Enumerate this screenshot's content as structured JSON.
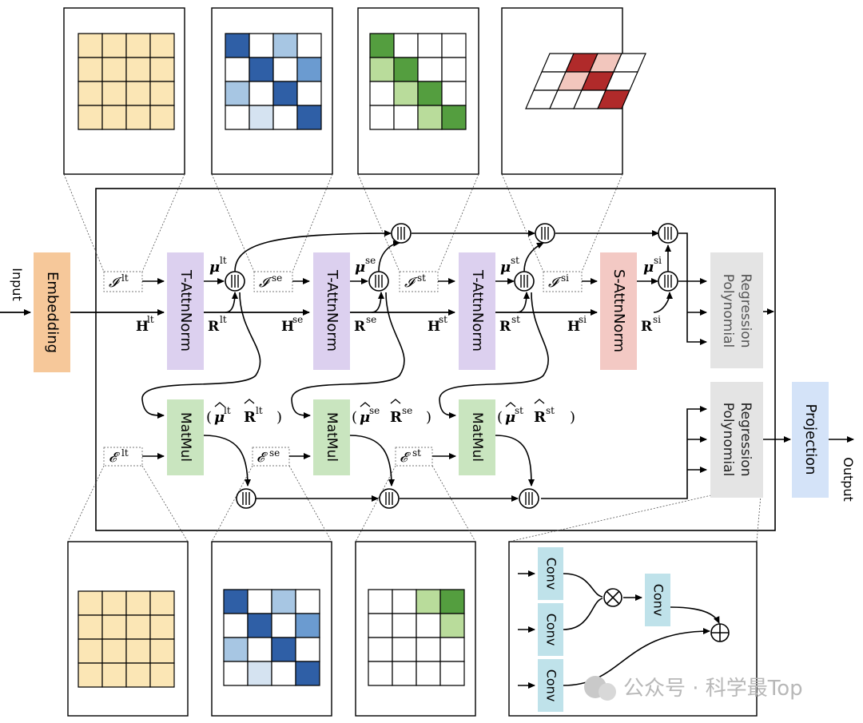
{
  "labels": {
    "input": "Input",
    "output": "Output",
    "embedding": "Embedding",
    "projection": "Projection",
    "poly_top": [
      "Polynomial",
      "Regression"
    ],
    "poly_bottom": [
      "Polynomial",
      "Regression"
    ]
  },
  "blocks": [
    {
      "name": "lt",
      "label": "T-AttnNorm"
    },
    {
      "name": "se",
      "label": "T-AttnNorm"
    },
    {
      "name": "st",
      "label": "T-AttnNorm"
    },
    {
      "name": "si",
      "label": "S-AttnNorm"
    }
  ],
  "matmul": {
    "label": "MatMul"
  },
  "conv": {
    "label": "Conv"
  },
  "symbols": {
    "I_lt": "𝓘",
    "I_se": "𝓘",
    "I_st": "𝓘",
    "I_si": "𝓘",
    "sup_lt": "lt",
    "sup_se": "se",
    "sup_st": "st",
    "sup_si": "si",
    "mu": "μ",
    "H": "H",
    "R": "R",
    "E": "𝓔"
  },
  "colors": {
    "embedding": "#f6c89a",
    "attn": "#dcd0ef",
    "attn_s": "#f3c9c4",
    "matmul": "#c9e5bf",
    "poly": "#e4e4e4",
    "projection": "#d4e3f8",
    "conv": "#bfe2ea",
    "yellow": "#fbe6b5",
    "blue_dark": "#2f5fa6",
    "blue_mid": "#6b9bd0",
    "blue_light": "#a7c6e3",
    "blue_pale": "#d5e3f1",
    "green_dark": "#549e3f",
    "green_light": "#b9dc9b",
    "red_dark": "#b02a2a",
    "red_light": "#f2c6bd"
  },
  "grids": {
    "top_lt": [
      [
        "y",
        "y",
        "y",
        "y"
      ],
      [
        "y",
        "y",
        "y",
        "y"
      ],
      [
        "y",
        "y",
        "y",
        "y"
      ],
      [
        "y",
        "y",
        "y",
        "y"
      ]
    ],
    "top_se": [
      [
        "bd",
        "w",
        "bl",
        "w"
      ],
      [
        "w",
        "bd",
        "w",
        "bm"
      ],
      [
        "bl",
        "w",
        "bd",
        "w"
      ],
      [
        "w",
        "bp",
        "w",
        "bd"
      ]
    ],
    "top_st": [
      [
        "gd",
        "w",
        "w",
        "w"
      ],
      [
        "gl",
        "gd",
        "w",
        "w"
      ],
      [
        "w",
        "gl",
        "gd",
        "w"
      ],
      [
        "w",
        "w",
        "gl",
        "gd"
      ]
    ],
    "top_si": [
      [
        "w",
        "rd",
        "rl",
        "w"
      ],
      [
        "w",
        "rl",
        "rd",
        "w"
      ],
      [
        "w",
        "w",
        "w",
        "rd"
      ]
    ],
    "bot_lt": [
      [
        "y",
        "y",
        "y",
        "y"
      ],
      [
        "y",
        "y",
        "y",
        "y"
      ],
      [
        "y",
        "y",
        "y",
        "y"
      ],
      [
        "y",
        "y",
        "y",
        "y"
      ]
    ],
    "bot_se": [
      [
        "bd",
        "w",
        "bl",
        "w"
      ],
      [
        "w",
        "bd",
        "w",
        "bm"
      ],
      [
        "bl",
        "w",
        "bd",
        "w"
      ],
      [
        "w",
        "bp",
        "w",
        "bd"
      ]
    ],
    "bot_st": [
      [
        "w",
        "w",
        "gl",
        "gd"
      ],
      [
        "w",
        "w",
        "w",
        "gl"
      ],
      [
        "w",
        "w",
        "w",
        "w"
      ],
      [
        "w",
        "w",
        "w",
        "w"
      ]
    ]
  },
  "watermark": "公众号 · 科学最Top"
}
